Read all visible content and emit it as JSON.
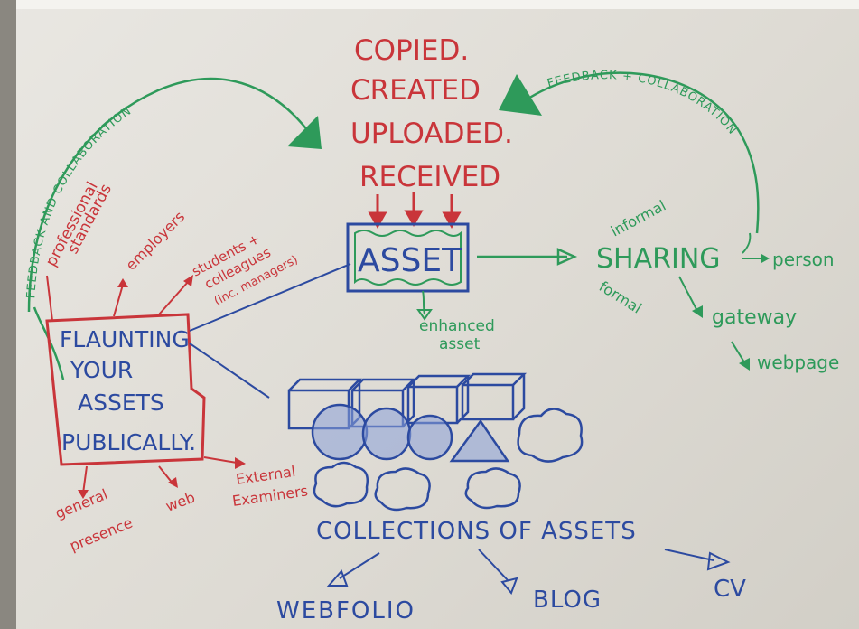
{
  "process": {
    "line1": "COPIED.",
    "line2": "CREATED",
    "line3": "UPLOADED.",
    "line4": "RECEIVED"
  },
  "asset_box": "ASSET",
  "enhanced": {
    "line1": "enhanced",
    "line2": "asset"
  },
  "feedback_left": "FEEDBACK AND COLLABORATION",
  "feedback_right": "FEEDBACK + COLLABORATION",
  "sharing": {
    "title": "SHARING",
    "informal": "informal",
    "formal": "formal",
    "person": "person",
    "gateway": "gateway",
    "webpage": "webpage"
  },
  "flaunting": {
    "line1": "FLAUNTING",
    "line2": "YOUR",
    "line3": "ASSETS",
    "line4": "PUBLICALLY."
  },
  "audiences": {
    "prof1": "professional",
    "prof2": "standards",
    "employers": "employers",
    "students1": "students +",
    "students2": "colleagues",
    "students3": "(inc. managers)",
    "general1": "general",
    "general2": "presence",
    "web": "web",
    "examiners1": "External",
    "examiners2": "Examiners"
  },
  "collections": {
    "title": "COLLECTIONS OF ASSETS",
    "webfolio": "WEBFOLIO",
    "blog": "BLOG",
    "cv": "CV"
  },
  "colors": {
    "red": "#c9353a",
    "green": "#2e9a5a",
    "blue": "#2c4aa0"
  }
}
